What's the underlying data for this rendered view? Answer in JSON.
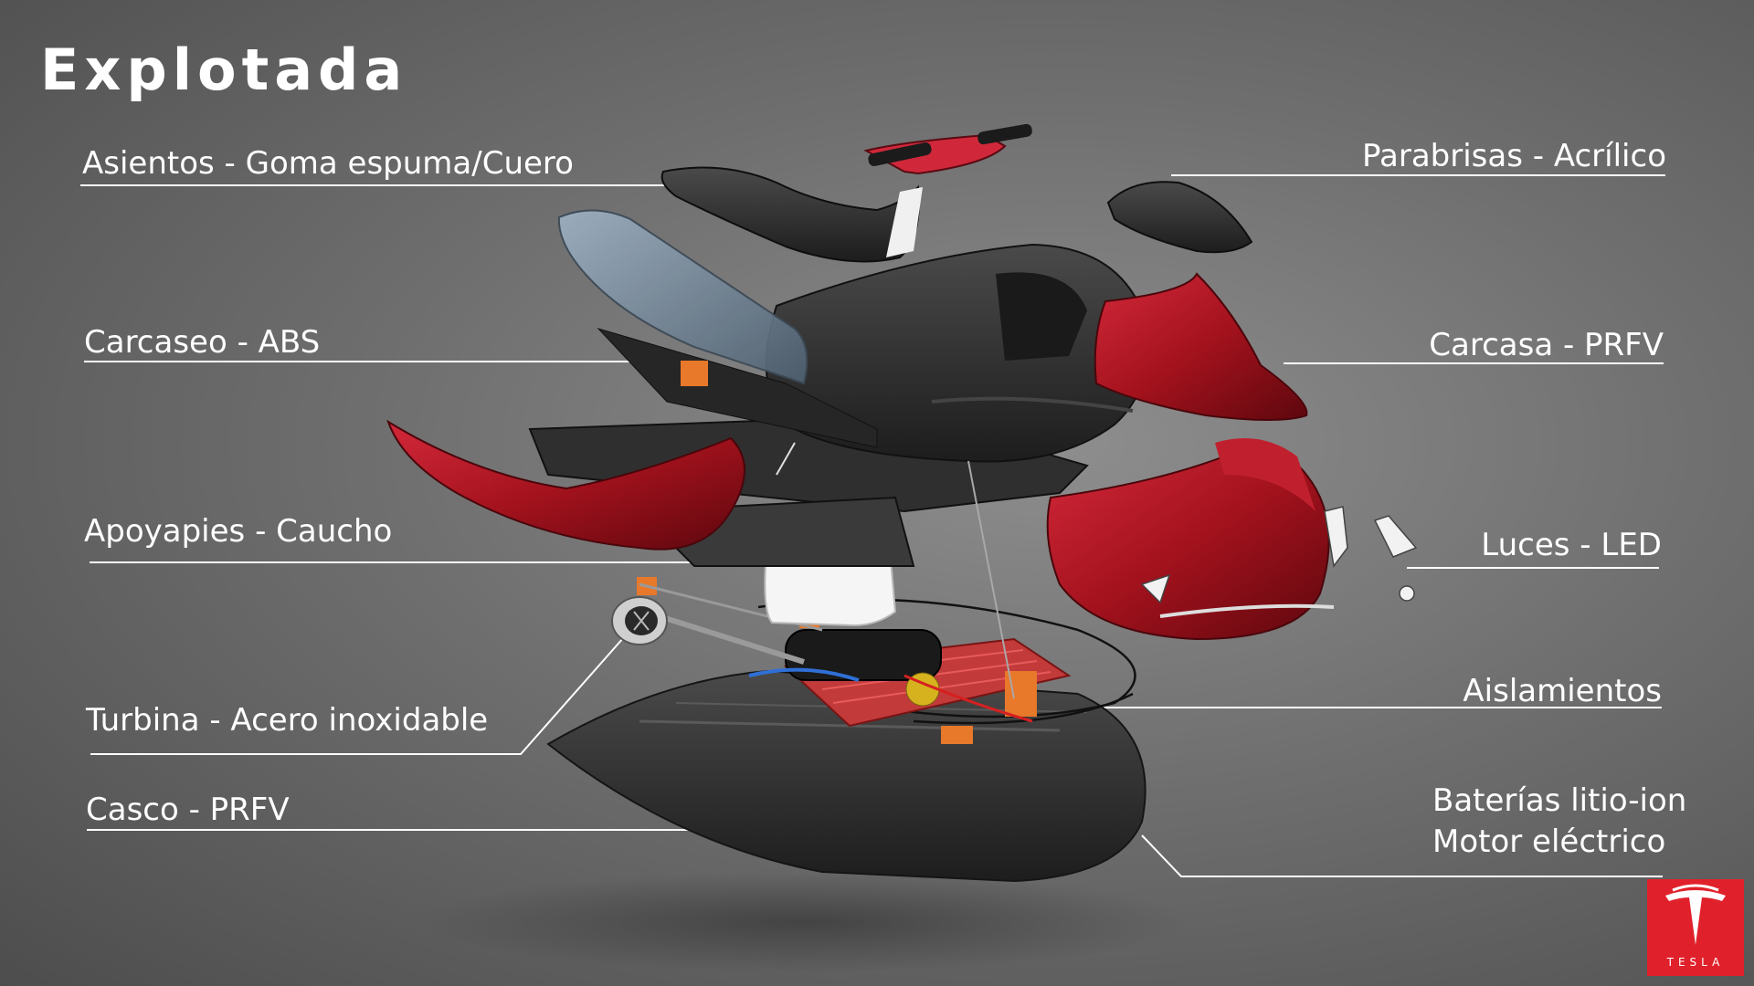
{
  "title": "Explotada",
  "labels": {
    "asientos": "Asientos - Goma espuma/Cuero",
    "parabrisas": "Parabrisas - Acrílico",
    "carcaseo": "Carcaseo - ABS",
    "carcasa": "Carcasa - PRFV",
    "apoyapies": "Apoyapies - Caucho",
    "luces": "Luces - LED",
    "aislamientos": "Aislamientos",
    "turbina": "Turbina - Acero inoxidable",
    "casco": "Casco - PRFV",
    "baterias_line1": "Baterías litio-ion",
    "baterias_line2": "Motor eléctrico"
  },
  "logo": {
    "brand": "TESLA",
    "color": "#e0212b"
  },
  "colors": {
    "accent_red": "#b3141f",
    "dark_part": "#2b2b2b",
    "orange_part": "#e8782a"
  }
}
